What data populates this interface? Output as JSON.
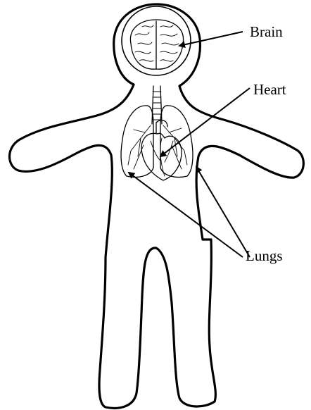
{
  "labels": {
    "brain": "Brain",
    "heart": "Heart",
    "lungs": "Lungs"
  },
  "colors": {
    "stroke": "#000000",
    "background": "#ffffff"
  }
}
